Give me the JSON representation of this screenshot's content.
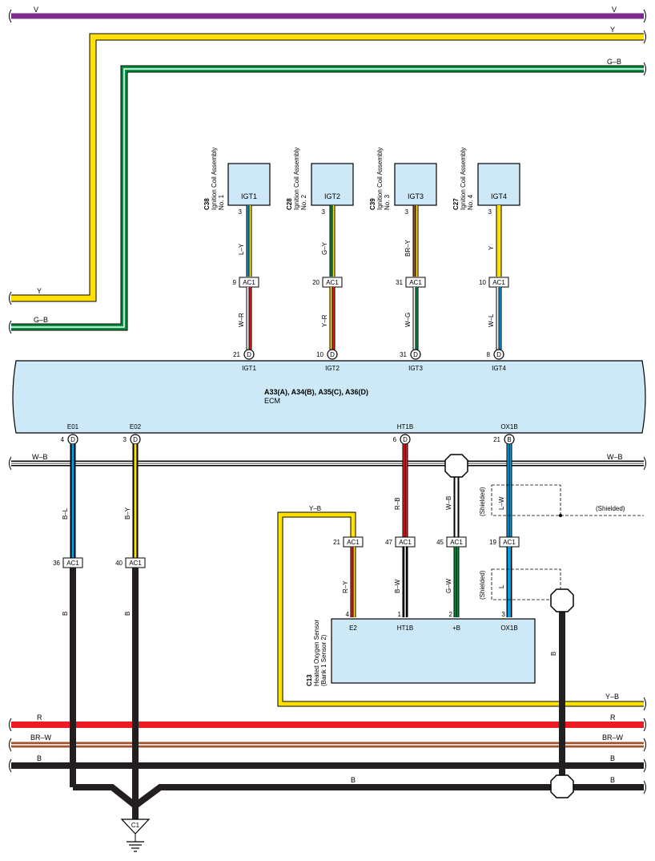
{
  "colors": {
    "V": "#7b2d8e",
    "Y": "#ffe000",
    "G": "#00923f",
    "B": "#231f20",
    "W": "#ffffff",
    "R": "#ed1c24",
    "L": "#00a0e3",
    "BR": "#a0522d",
    "box_fill": "#cde9f8"
  },
  "buses": {
    "top_v": {
      "left": "V",
      "right": "V"
    },
    "top_y": {
      "right": "Y",
      "left": "Y"
    },
    "top_gb": {
      "right": "G–B",
      "left": "G–B"
    },
    "wb": {
      "left": "W–B",
      "right": "W–B"
    },
    "yb": {
      "top": "Y–B",
      "right": "Y–B"
    },
    "r": {
      "left": "R",
      "right": "R"
    },
    "brw": {
      "left": "BR–W",
      "right": "BR–W"
    },
    "b1": {
      "left": "B",
      "right": "B"
    },
    "b2": {
      "mid": "B",
      "right": "B"
    }
  },
  "coils": [
    {
      "code": "C38",
      "name": "Ignition Coil Assembly",
      "no": "No. 1",
      "terminal": "IGT1",
      "pin": "3",
      "wire_top": "L–Y",
      "ac1_pin": "9",
      "wire_bottom": "W–R",
      "ecm_pin": "21"
    },
    {
      "code": "C28",
      "name": "Ignition Coil Assembly",
      "no": "No. 2",
      "terminal": "IGT2",
      "pin": "3",
      "wire_top": "G–Y",
      "ac1_pin": "20",
      "wire_bottom": "Y–R",
      "ecm_pin": "10"
    },
    {
      "code": "C39",
      "name": "Ignition Coil Assembly",
      "no": "No. 3",
      "terminal": "IGT3",
      "pin": "3",
      "wire_top": "BR–Y",
      "ac1_pin": "31",
      "wire_bottom": "W–G",
      "ecm_pin": "31"
    },
    {
      "code": "C27",
      "name": "Ignition Coil Assembly",
      "no": "No. 4",
      "terminal": "IGT4",
      "pin": "3",
      "wire_top": "Y",
      "ac1_pin": "10",
      "wire_bottom": "W–L",
      "ecm_pin": "8"
    }
  ],
  "connector": {
    "ac1": "AC1",
    "d": "D",
    "b": "B"
  },
  "ecm": {
    "title": "A33(A), A34(B), A35(C), A36(D)",
    "name": "ECM",
    "top_terminals": [
      "IGT1",
      "IGT2",
      "IGT3",
      "IGT4"
    ],
    "bottom_terminals": [
      {
        "name": "E01",
        "pin": "4"
      },
      {
        "name": "E02",
        "pin": "3"
      },
      {
        "name": "HT1B",
        "pin": "6"
      },
      {
        "name": "OX1B",
        "pin": "21"
      }
    ]
  },
  "ground_wires": [
    {
      "upper": "B–L",
      "ac1_pin": "36",
      "lower": "B"
    },
    {
      "upper": "B–Y",
      "ac1_pin": "40",
      "lower": "B"
    }
  ],
  "sensor": {
    "code": "C13",
    "line1": "Heated Oxygen Sensor",
    "line2": "(Bank 1 Sensor 2)",
    "pins": [
      {
        "terminal": "E2",
        "pin": "4",
        "ac1_pin": "21",
        "lower_wire": "R–Y",
        "upper_wire": "Y–B"
      },
      {
        "terminal": "HT1B",
        "pin": "1",
        "ac1_pin": "47",
        "lower_wire": "B–W",
        "upper_wire": "R–B"
      },
      {
        "terminal": "+B",
        "pin": "2",
        "ac1_pin": "45",
        "lower_wire": "G–W",
        "upper_wire": "W–B"
      },
      {
        "terminal": "OX1B",
        "pin": "3",
        "ac1_pin": "19",
        "lower_wire": "L",
        "upper_wire": "L–W"
      }
    ],
    "shielded": "(Shielded)",
    "right_wire": "B"
  },
  "ground": {
    "label": "C1"
  }
}
